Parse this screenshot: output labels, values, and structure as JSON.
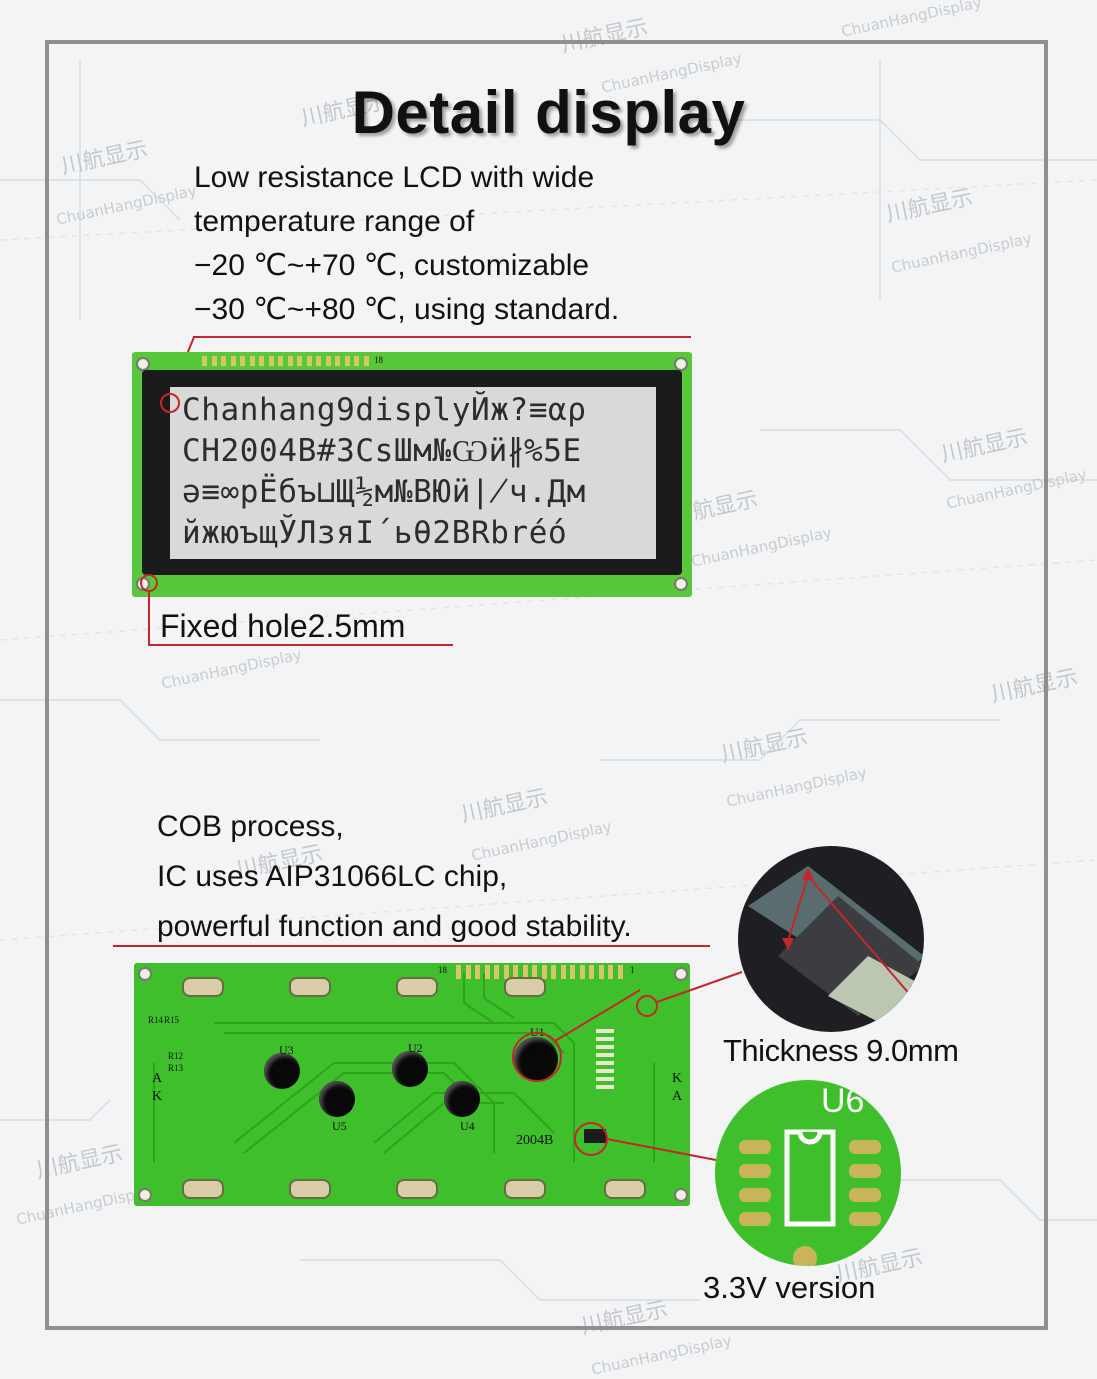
{
  "title": "Detail display",
  "watermark": {
    "cn": "川航显示",
    "en": "ChuanHangDisplay"
  },
  "section1": {
    "lines": [
      "Low resistance LCD with wide",
      "temperature range of",
      "−20 ℃~+70 ℃, customizable",
      "−30 ℃~+80 ℃, using standard."
    ],
    "hole_label": "Fixed hole2.5mm"
  },
  "lcd": {
    "pin_label": "18",
    "rows": [
      "Chanhang9displyЙж?≡αρ",
      "CH2004B#3CsШм№Ѡӥ∦%5E",
      "ə≡∞рЁбъ⊔Щ½м№ВЮӥ∤ч.Дм",
      "йжюъщЎЛзяI´ьθ2BRbréó"
    ]
  },
  "section2": {
    "lines": [
      "COB process,",
      "IC uses AIP31066LC chip,",
      "powerful function and good stability."
    ],
    "thickness_label": "Thickness 9.0mm",
    "version_label": "3.3V version"
  },
  "pcb": {
    "labels": {
      "u1": "U1",
      "u2": "U2",
      "u3": "U3",
      "u4": "U4",
      "u5": "U5",
      "r14": "R14",
      "r15": "R15",
      "r12": "R12",
      "r13": "R13",
      "a_left": "A",
      "k_left": "K",
      "k_right": "K",
      "a_right": "A",
      "model": "2004B",
      "pin18": "18",
      "pin1": "1",
      "u6_zoom": "U6"
    }
  },
  "colors": {
    "accent_red": "#c4262b",
    "pcb_green": "#3fbf2c",
    "lcd_green": "#58c83a",
    "frame": "#8f8f8f"
  }
}
